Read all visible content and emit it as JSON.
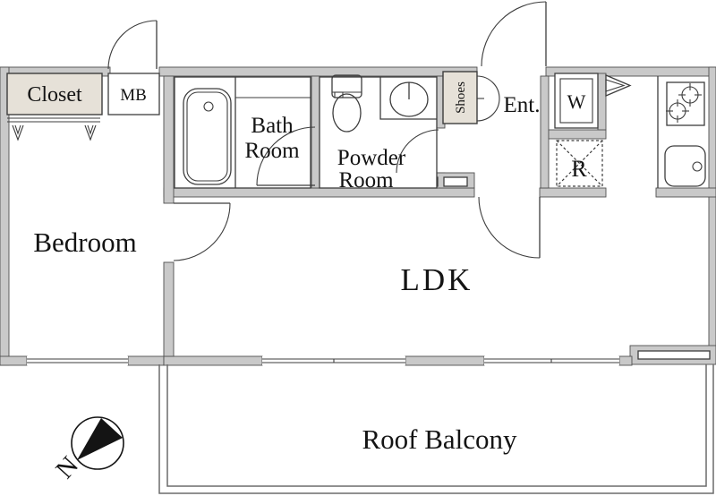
{
  "plan": {
    "title": "1LDK apartment floor plan with roof balcony",
    "labels": {
      "closet": "Closet",
      "meter_box": "MB",
      "bath_room": {
        "line1": "Bath",
        "line2": "Room"
      },
      "powder_room": {
        "line1": "Powder",
        "line2": "Room"
      },
      "shoes": "Shoes",
      "entrance": "Ent.",
      "washer": "W",
      "refrigerator": "R",
      "bedroom": "Bedroom",
      "ldk": "LDK",
      "roof_balcony": "Roof Balcony",
      "compass_north": "N"
    },
    "colors": {
      "wall": "#c9c9c9",
      "wall_stroke": "#4f4f4f",
      "line": "#3d3d3d",
      "beige": "#e6e1d8",
      "text": "#141414"
    }
  }
}
